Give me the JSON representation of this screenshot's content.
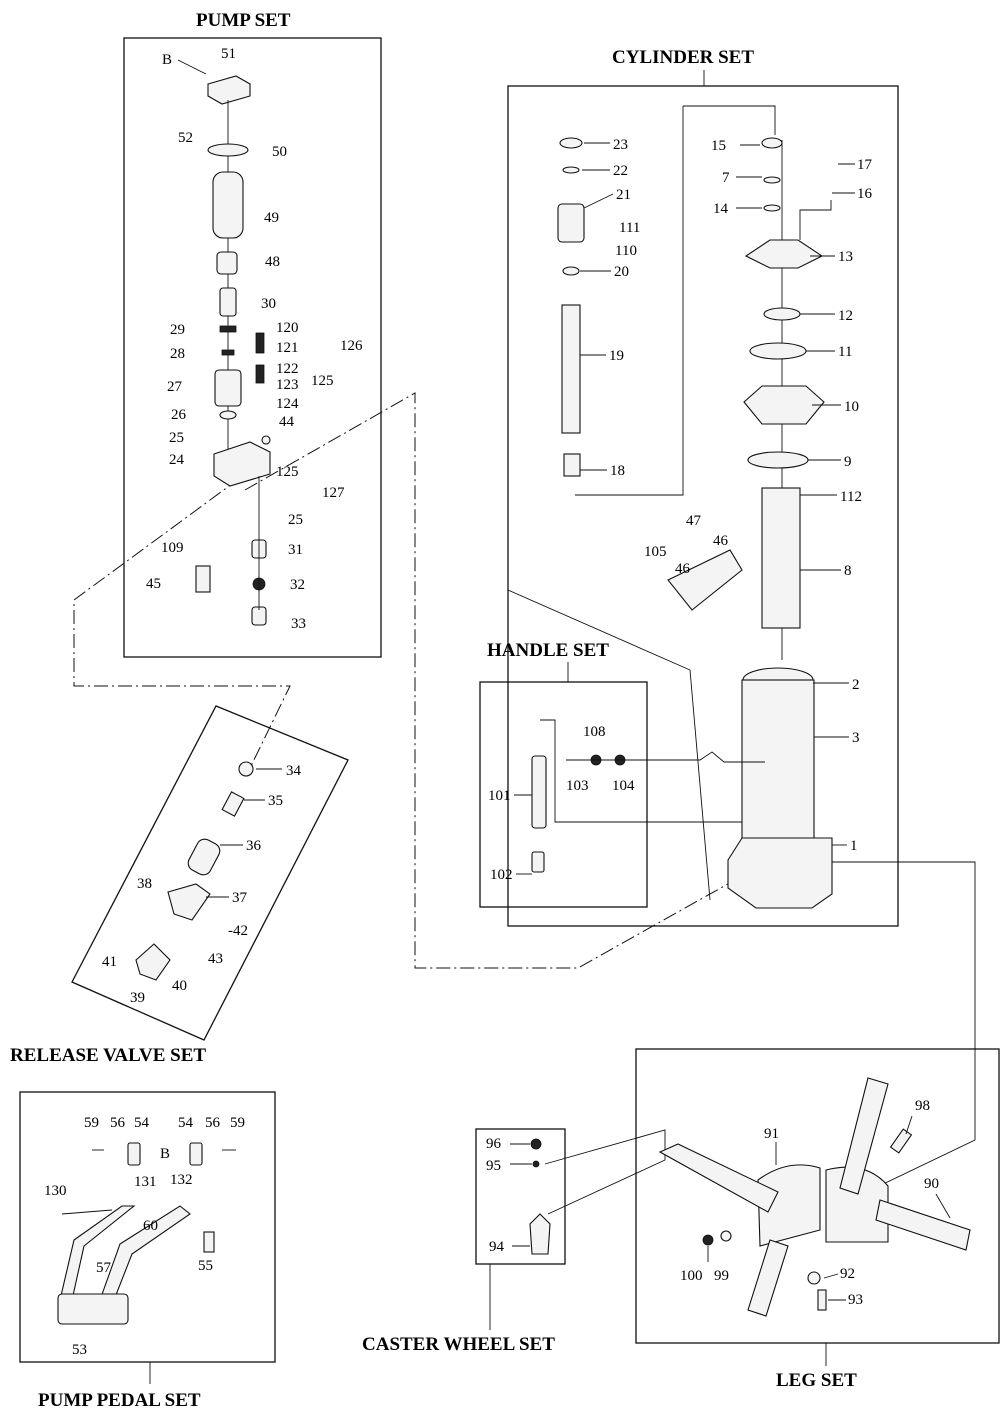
{
  "sets": {
    "pump": "PUMP SET",
    "cylinder": "CYLINDER SET",
    "handle": "HANDLE SET",
    "release_valve": "RELEASE VALVE SET",
    "pump_pedal": "PUMP PEDAL SET",
    "caster_wheel": "CASTER WHEEL SET",
    "leg": "LEG SET"
  },
  "view_marker": "B",
  "parts": {
    "pump": [
      "51",
      "52",
      "50",
      "49",
      "48",
      "30",
      "29",
      "28",
      "27",
      "26",
      "25",
      "24",
      "120",
      "121",
      "122",
      "123",
      "124",
      "44",
      "125",
      "126",
      "125",
      "127",
      "25",
      "109",
      "31",
      "45",
      "32",
      "33"
    ],
    "cylinder": [
      "23",
      "22",
      "21",
      "111",
      "110",
      "20",
      "19",
      "18",
      "15",
      "7",
      "14",
      "17",
      "16",
      "13",
      "12",
      "11",
      "10",
      "9",
      "112",
      "8",
      "47",
      "46",
      "105",
      "46",
      "2",
      "3",
      "1"
    ],
    "handle": [
      "108",
      "101",
      "103",
      "104",
      "102"
    ],
    "release_valve": [
      "34",
      "35",
      "36",
      "38",
      "37",
      "-42",
      "43",
      "41",
      "40",
      "39"
    ],
    "pump_pedal": [
      "59",
      "56",
      "54",
      "54",
      "56",
      "59",
      "130",
      "131",
      "132",
      "60",
      "57",
      "55",
      "53"
    ],
    "caster_wheel": [
      "96",
      "95",
      "94"
    ],
    "leg": [
      "98",
      "91",
      "90",
      "100",
      "99",
      "92",
      "93"
    ]
  }
}
